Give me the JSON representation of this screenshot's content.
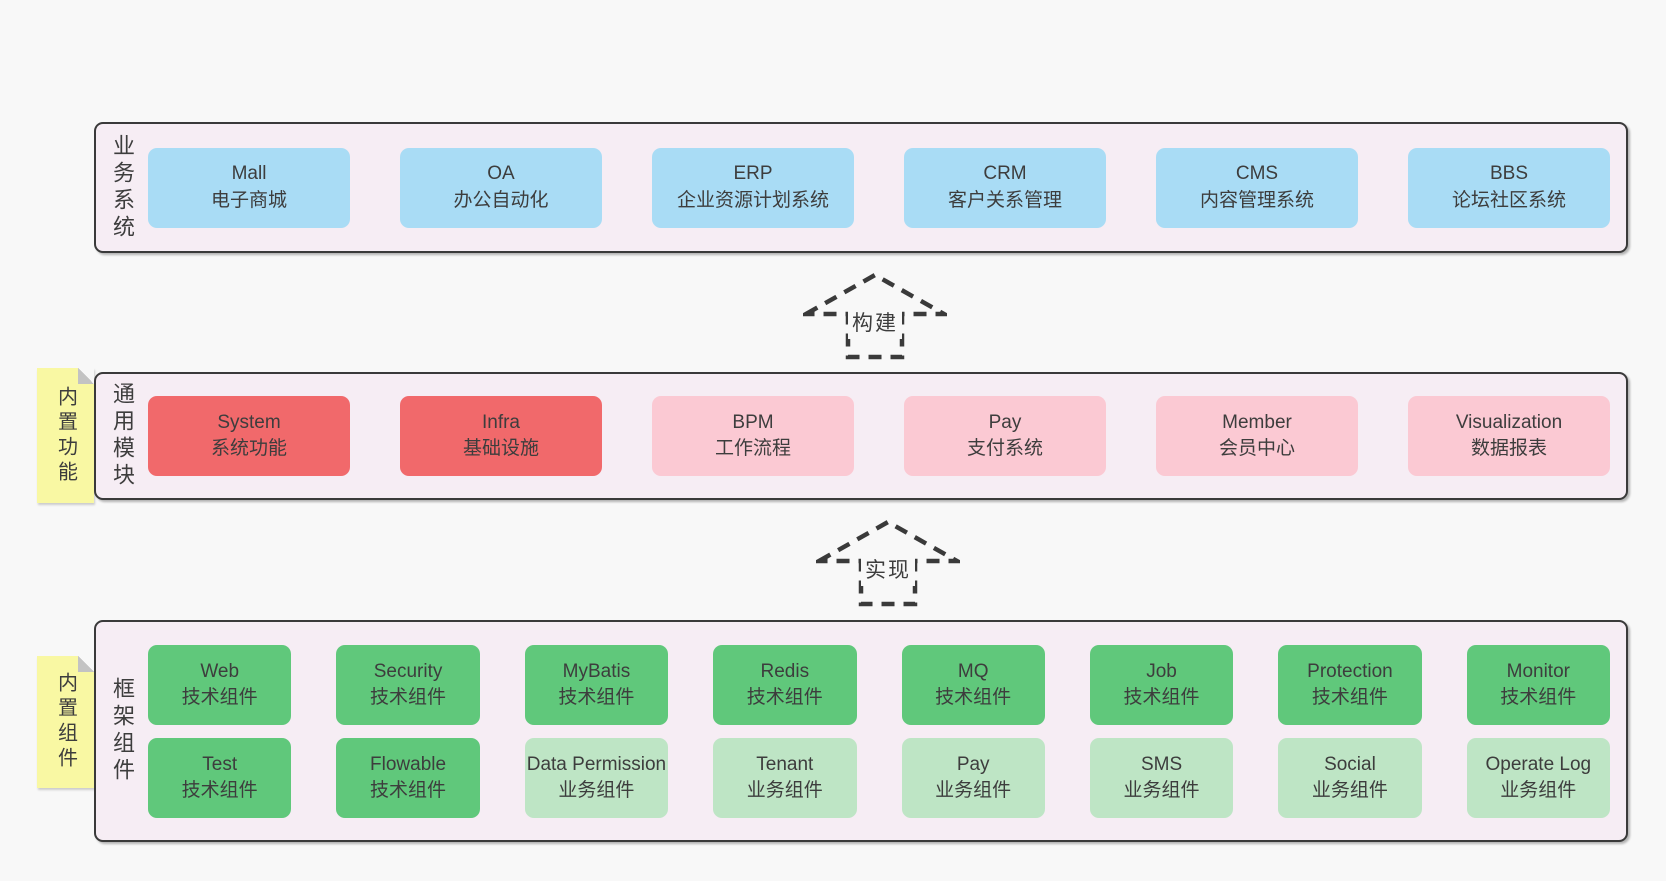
{
  "diagram": {
    "bands": [
      {
        "title": "业务系统",
        "boxes": [
          {
            "en": "Mall",
            "zh": "电子商城",
            "type": "blue"
          },
          {
            "en": "OA",
            "zh": "办公自动化",
            "type": "blue"
          },
          {
            "en": "ERP",
            "zh": "企业资源计划系统",
            "type": "blue"
          },
          {
            "en": "CRM",
            "zh": "客户关系管理",
            "type": "blue"
          },
          {
            "en": "CMS",
            "zh": "内容管理系统",
            "type": "blue"
          },
          {
            "en": "BBS",
            "zh": "论坛社区系统",
            "type": "blue"
          }
        ]
      },
      {
        "title": "通用模块",
        "note": "内置功能",
        "boxes": [
          {
            "en": "System",
            "zh": "系统功能",
            "type": "red"
          },
          {
            "en": "Infra",
            "zh": "基础设施",
            "type": "red"
          },
          {
            "en": "BPM",
            "zh": "工作流程",
            "type": "pink"
          },
          {
            "en": "Pay",
            "zh": "支付系统",
            "type": "pink"
          },
          {
            "en": "Member",
            "zh": "会员中心",
            "type": "pink"
          },
          {
            "en": "Visualization",
            "zh": "数据报表",
            "type": "pink"
          }
        ]
      },
      {
        "title": "框架组件",
        "note": "内置组件",
        "rows": [
          [
            {
              "en": "Web",
              "zh": "技术组件",
              "type": "green"
            },
            {
              "en": "Security",
              "zh": "技术组件",
              "type": "green"
            },
            {
              "en": "MyBatis",
              "zh": "技术组件",
              "type": "green"
            },
            {
              "en": "Redis",
              "zh": "技术组件",
              "type": "green"
            },
            {
              "en": "MQ",
              "zh": "技术组件",
              "type": "green"
            },
            {
              "en": "Job",
              "zh": "技术组件",
              "type": "green"
            },
            {
              "en": "Protection",
              "zh": "技术组件",
              "type": "green"
            },
            {
              "en": "Monitor",
              "zh": "技术组件",
              "type": "green"
            }
          ],
          [
            {
              "en": "Test",
              "zh": "技术组件",
              "type": "green"
            },
            {
              "en": "Flowable",
              "zh": "技术组件",
              "type": "green"
            },
            {
              "en": "Data Permission",
              "zh": "业务组件",
              "type": "lightgreen"
            },
            {
              "en": "Tenant",
              "zh": "业务组件",
              "type": "lightgreen"
            },
            {
              "en": "Pay",
              "zh": "业务组件",
              "type": "lightgreen"
            },
            {
              "en": "SMS",
              "zh": "业务组件",
              "type": "lightgreen"
            },
            {
              "en": "Social",
              "zh": "业务组件",
              "type": "lightgreen"
            },
            {
              "en": "Operate Log",
              "zh": "业务组件",
              "type": "lightgreen"
            }
          ]
        ]
      }
    ],
    "arrows": [
      {
        "label": "构建"
      },
      {
        "label": "实现"
      }
    ]
  },
  "colors": {
    "page-bg": "#f8f8f8",
    "band-bg": "#f6edf4",
    "band-border": "#3a3a3a",
    "box-blue": "#a9dcf5",
    "box-red": "#f1696b",
    "box-pink": "#fbc9d3",
    "box-green": "#60c87b",
    "box-lightgreen": "#bee5c5",
    "sticky-yellow": "#f9f8a3",
    "sticky-fold": "#c3c3c3",
    "text": "#3d3d3d"
  }
}
